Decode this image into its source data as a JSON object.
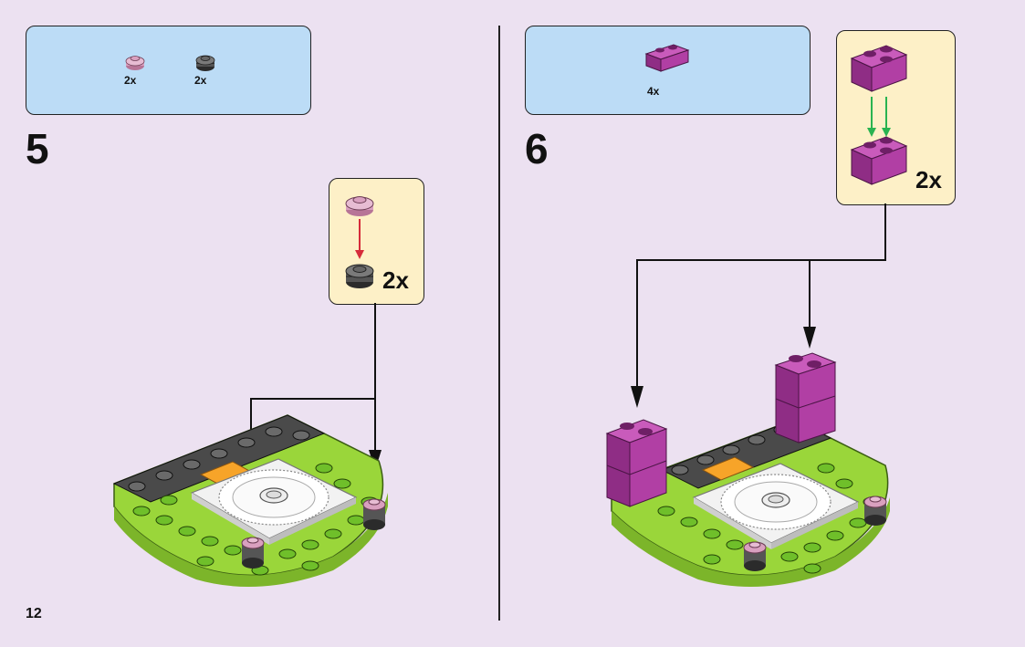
{
  "page": {
    "number": "12",
    "divider_color": "#222222",
    "background": "#ece1f1"
  },
  "step5": {
    "number": "5",
    "parts": [
      {
        "name": "round-plate-pink-icon",
        "qty": "2x"
      },
      {
        "name": "round-brick-dark-grey-icon",
        "qty": "2x"
      }
    ],
    "callout_qty": "2x"
  },
  "step6": {
    "number": "6",
    "parts": [
      {
        "name": "brick-1x2-magenta-icon",
        "qty": "4x"
      }
    ],
    "callout_qty": "2x"
  },
  "colors": {
    "parts_box": "#bcdcf6",
    "callout": "#fdf0c7",
    "lime_green": "#9ad63a",
    "green_stud": "#6fbf2a",
    "dark_grey": "#4a4a4a",
    "magenta": "#b13fa4",
    "pink": "#d9a0bf",
    "orange": "#f7a429",
    "white_tile": "#f2f2f2",
    "red_arrow": "#d62b3a",
    "green_arrow": "#29b350"
  }
}
